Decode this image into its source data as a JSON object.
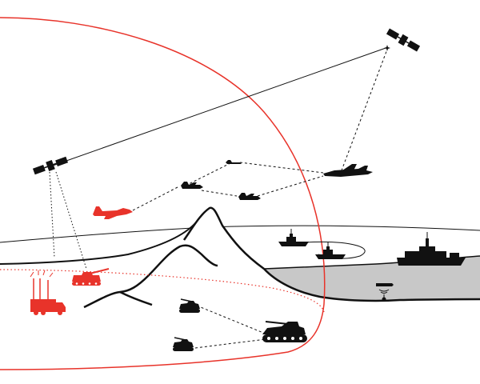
{
  "diagram": {
    "colors": {
      "background": "#ffffff",
      "ink": "#111111",
      "hostile": "#e8332a",
      "sea": "#c8c8c8"
    },
    "nodes": [
      {
        "id": "sat-top",
        "icon": "satellite-icon",
        "side": "friendly"
      },
      {
        "id": "sat-left",
        "icon": "satellite-icon",
        "side": "friendly"
      },
      {
        "id": "fighter-stealth",
        "icon": "stealth-fighter-icon",
        "side": "friendly"
      },
      {
        "id": "uav-small",
        "icon": "uav-icon",
        "side": "friendly"
      },
      {
        "id": "uav-a",
        "icon": "uav-icon",
        "side": "friendly"
      },
      {
        "id": "uav-b",
        "icon": "uav-icon",
        "side": "friendly"
      },
      {
        "id": "enemy-jet",
        "icon": "jet-fighter-icon",
        "side": "hostile"
      },
      {
        "id": "enemy-artillery",
        "icon": "self-propelled-gun-icon",
        "side": "hostile"
      },
      {
        "id": "enemy-jammer",
        "icon": "jammer-truck-icon",
        "side": "hostile"
      },
      {
        "id": "ship-patrol-1",
        "icon": "patrol-boat-icon",
        "side": "friendly"
      },
      {
        "id": "ship-patrol-2",
        "icon": "patrol-boat-icon",
        "side": "friendly"
      },
      {
        "id": "ship-large",
        "icon": "warship-icon",
        "side": "friendly"
      },
      {
        "id": "submarine-sensor",
        "icon": "sonar-icon",
        "side": "friendly"
      },
      {
        "id": "tank-main",
        "icon": "tank-icon",
        "side": "friendly"
      },
      {
        "id": "vehicle-1",
        "icon": "armored-vehicle-icon",
        "side": "friendly"
      },
      {
        "id": "vehicle-2",
        "icon": "armored-vehicle-icon",
        "side": "friendly"
      }
    ],
    "links": [
      {
        "from": "sat-left",
        "to": "sat-top",
        "style": "solid"
      },
      {
        "from": "sat-top",
        "to": "fighter-stealth",
        "style": "dashed"
      },
      {
        "from": "uav-a",
        "to": "uav-small",
        "style": "dashed"
      },
      {
        "from": "uav-small",
        "to": "fighter-stealth",
        "style": "dashed"
      },
      {
        "from": "uav-b",
        "to": "fighter-stealth",
        "style": "dashed"
      },
      {
        "from": "uav-a",
        "to": "enemy-jet",
        "style": "dashed"
      },
      {
        "from": "sat-left",
        "to": "enemy-jammer",
        "style": "dotted"
      },
      {
        "from": "sat-left",
        "to": "enemy-artillery",
        "style": "dotted"
      },
      {
        "from": "vehicle-1",
        "to": "tank-main",
        "style": "dashed"
      },
      {
        "from": "vehicle-2",
        "to": "tank-main",
        "style": "dashed"
      },
      {
        "from": "ship-patrol-1",
        "to": "ship-patrol-2",
        "style": "solid-loop"
      }
    ]
  }
}
